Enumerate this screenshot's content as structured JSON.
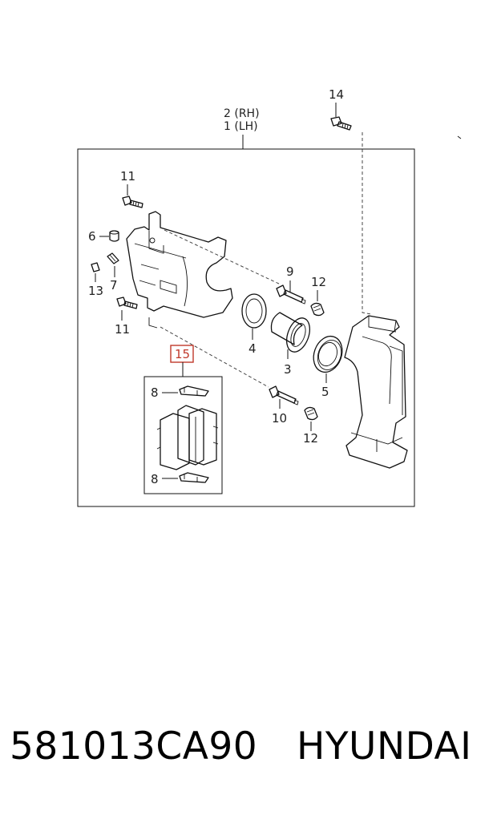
{
  "diagram": {
    "assembly_label_rh": "2 (RH)",
    "assembly_label_lh": "1 (LH)",
    "callouts": {
      "c14": "14",
      "c11_top": "11",
      "c6": "6",
      "c13": "13",
      "c7": "7",
      "c11_bottom": "11",
      "c9": "9",
      "c12_top": "12",
      "c4": "4",
      "c3": "3",
      "c5": "5",
      "c15": "15",
      "c8_top": "8",
      "c8_bottom": "8",
      "c10": "10",
      "c12_bottom": "12"
    }
  },
  "footer": {
    "part_number": "581013CA90",
    "brand": "HYUNDAI"
  }
}
